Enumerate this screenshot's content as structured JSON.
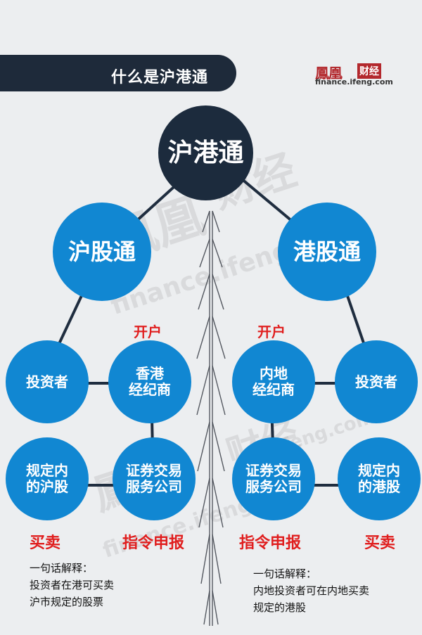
{
  "header": {
    "title": "什么是沪港通"
  },
  "logo": {
    "chinese": "鳳凰",
    "tag": "财经",
    "url": "finance.ifeng.com"
  },
  "center": {
    "label": "沪港通"
  },
  "left": {
    "branch": "沪股通",
    "investor": "投资者",
    "broker": "香港\n经纪商",
    "exchange": "证券交易\n服务公司",
    "stocks": "规定内\n的沪股",
    "action_open": "开户",
    "action_trade": "买卖",
    "action_order": "指令申报",
    "explain_title": "一句话解释：",
    "explain_body": "投资者在港可买卖\n沪市规定的股票"
  },
  "right": {
    "branch": "港股通",
    "investor": "投资者",
    "broker": "内地\n经纪商",
    "exchange": "证券交易\n服务公司",
    "stocks": "规定内\n的港股",
    "action_open": "开户",
    "action_trade": "买卖",
    "action_order": "指令申报",
    "explain_title": "一句话解释：",
    "explain_body": "内地投资者可在内地买卖\n规定的港股"
  },
  "colors": {
    "blue": "#1187d2",
    "dark": "#1c2b3d",
    "red": "#e01e1e"
  }
}
